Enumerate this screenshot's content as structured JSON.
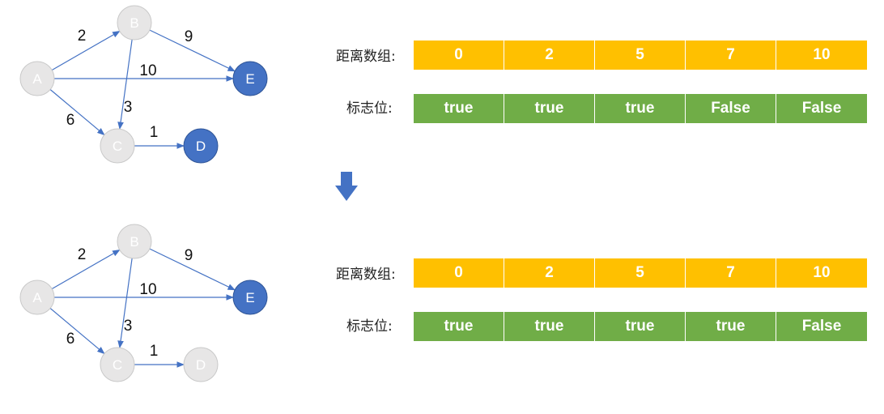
{
  "colors": {
    "unvisited_fill": "#E7E6E6",
    "highlight_fill": "#4472C4",
    "edge": "#4472C4",
    "distance_cell": "#FFC000",
    "flag_cell": "#70AD47"
  },
  "labels": {
    "distance": "距离数组:",
    "flag": "标志位:"
  },
  "step1": {
    "nodes": [
      {
        "id": "A",
        "highlight": false
      },
      {
        "id": "B",
        "highlight": false
      },
      {
        "id": "C",
        "highlight": false
      },
      {
        "id": "D",
        "highlight": true
      },
      {
        "id": "E",
        "highlight": true
      }
    ],
    "edges": [
      {
        "from": "A",
        "to": "B",
        "weight": "2"
      },
      {
        "from": "B",
        "to": "E",
        "weight": "9"
      },
      {
        "from": "A",
        "to": "E",
        "weight": "10"
      },
      {
        "from": "B",
        "to": "C",
        "weight": "3"
      },
      {
        "from": "A",
        "to": "C",
        "weight": "6"
      },
      {
        "from": "C",
        "to": "D",
        "weight": "1"
      }
    ],
    "distances": [
      "0",
      "2",
      "5",
      "7",
      "10"
    ],
    "flags": [
      "true",
      "true",
      "true",
      "False",
      "False"
    ]
  },
  "step2": {
    "nodes": [
      {
        "id": "A",
        "highlight": false
      },
      {
        "id": "B",
        "highlight": false
      },
      {
        "id": "C",
        "highlight": false
      },
      {
        "id": "D",
        "highlight": false
      },
      {
        "id": "E",
        "highlight": true
      }
    ],
    "edges": [
      {
        "from": "A",
        "to": "B",
        "weight": "2"
      },
      {
        "from": "B",
        "to": "E",
        "weight": "9"
      },
      {
        "from": "A",
        "to": "E",
        "weight": "10"
      },
      {
        "from": "B",
        "to": "C",
        "weight": "3"
      },
      {
        "from": "A",
        "to": "C",
        "weight": "6"
      },
      {
        "from": "C",
        "to": "D",
        "weight": "1"
      }
    ],
    "distances": [
      "0",
      "2",
      "5",
      "7",
      "10"
    ],
    "flags": [
      "true",
      "true",
      "true",
      "true",
      "False"
    ]
  }
}
